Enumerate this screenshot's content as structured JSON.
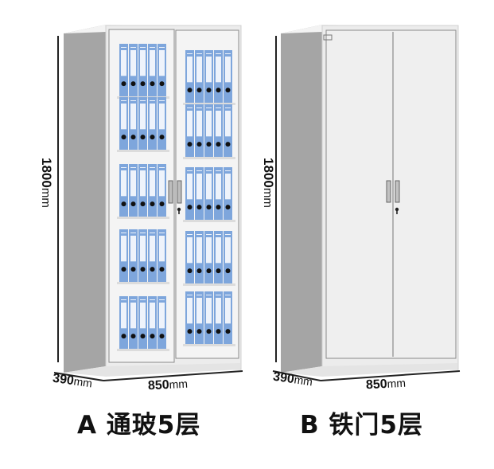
{
  "products": [
    {
      "id": "A",
      "label": "A 通玻5层",
      "height_dim": "1800",
      "depth_dim": "390",
      "width_dim": "850",
      "unit": "mm",
      "door_type": "glass",
      "shelves": 5
    },
    {
      "id": "B",
      "label": "B 铁门5层",
      "height_dim": "1800",
      "depth_dim": "390",
      "width_dim": "850",
      "unit": "mm",
      "door_type": "steel",
      "shelves": 5
    }
  ],
  "colors": {
    "cabinet_front": "#ececec",
    "cabinet_side": "#a4a4a4",
    "cabinet_top": "#f6f6f6",
    "binder_blue": "#7ea6dc",
    "binder_label": "#eef3fb",
    "binder_ring": "#111111",
    "door_line": "#8a8a8a",
    "text": "#111111"
  }
}
